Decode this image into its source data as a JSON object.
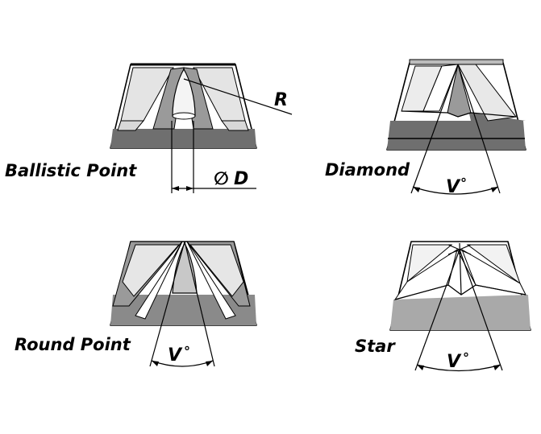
{
  "labels": {
    "ballistic": "Ballistic Point",
    "diamond": "Diamond",
    "round": "Round Point",
    "star": "Star"
  },
  "dims": {
    "radius": "R",
    "diameter_symbol": "∅",
    "diameter": "D",
    "angle": "V",
    "degree": "°"
  },
  "colors": {
    "dark": "#6f6f6f",
    "mid": "#a9a9a9",
    "light": "#e8e8e8",
    "white": "#ffffff",
    "line": "#000000"
  }
}
